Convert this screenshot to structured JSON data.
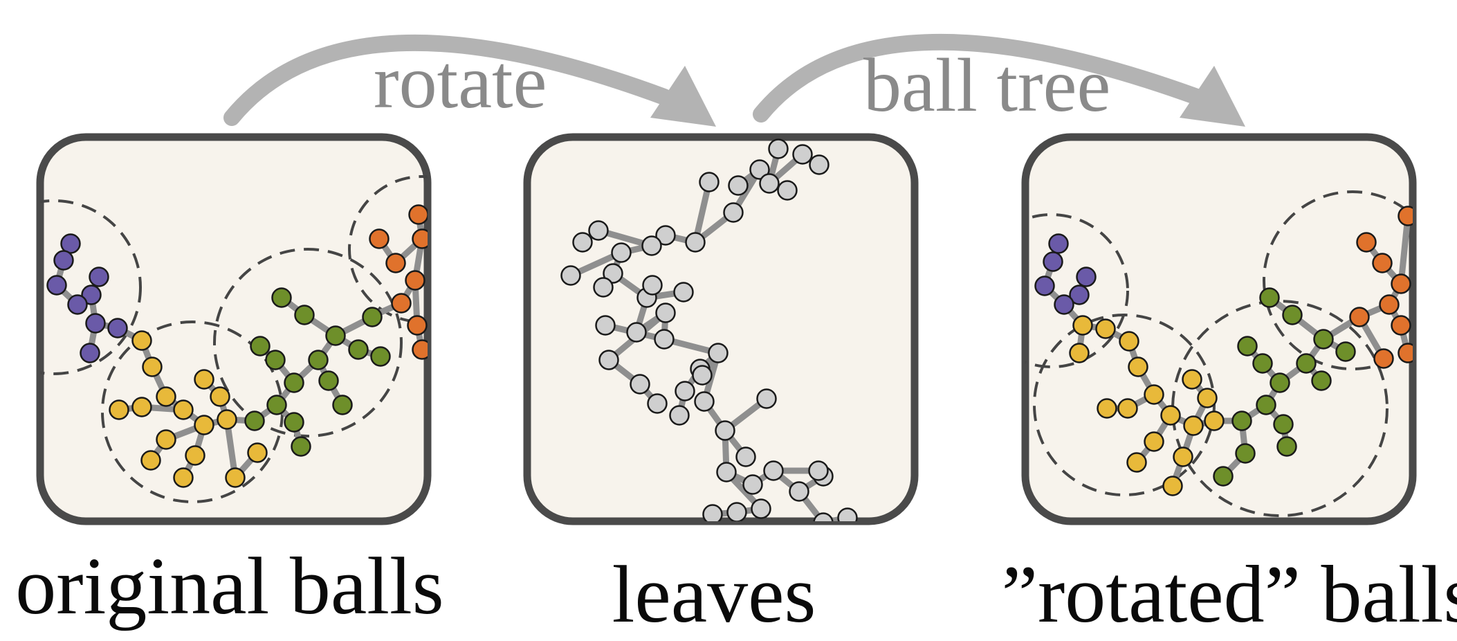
{
  "arrows": [
    {
      "label": "rotate"
    },
    {
      "label": "ball tree"
    }
  ],
  "panels": [
    {
      "label": "original balls",
      "groups": [
        "purple",
        "yellow",
        "green",
        "orange"
      ]
    },
    {
      "label": "leaves",
      "groups": [
        "gray"
      ]
    },
    {
      "label": "”rotated” balls",
      "groups": [
        "purple",
        "yellow",
        "green",
        "orange"
      ]
    }
  ],
  "colors": {
    "panel_fill": "#f7f3ec",
    "panel_stroke": "#4a4a4a",
    "arrow": "#b3b3b3",
    "arrow_text": "#8a8a8a",
    "edge": "#8f8f8f",
    "node_stroke": "#1a1a1a",
    "circle_stroke": "#454545",
    "purple": "#6a5aa8",
    "yellow": "#e8b93a",
    "green": "#6e8f2a",
    "orange": "#e0722c",
    "gray": "#cfcfcf",
    "label_text": "#0a0a0a"
  }
}
